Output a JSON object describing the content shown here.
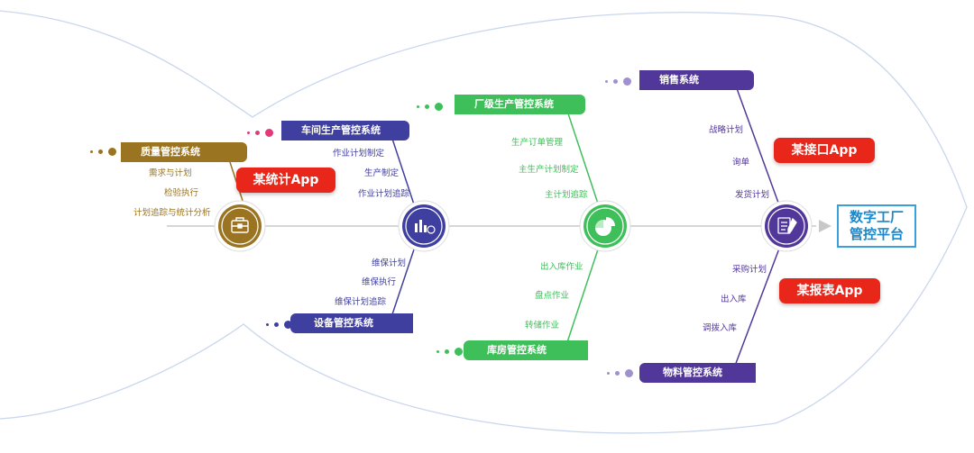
{
  "colors": {
    "gold": "#9a7420",
    "indigo": "#3f3fa0",
    "green": "#3fbf5a",
    "purple": "#52379a",
    "red": "#e8261a",
    "blue": "#3aa0dc",
    "fish_outline": "#c9d6ee",
    "spine": "#c8c8c8"
  },
  "systems": {
    "quality": {
      "label": "质量管控系统",
      "items": [
        "需求与计划",
        "检验执行",
        "计划追踪与统计分析"
      ]
    },
    "workshop": {
      "label": "车间生产管控系统",
      "items": [
        "作业计划制定",
        "生产制定",
        "作业计划追踪"
      ]
    },
    "equipment": {
      "label": "设备管控系统",
      "items": [
        "维保计划",
        "维保执行",
        "维保计划追踪"
      ]
    },
    "factory": {
      "label": "厂级生产管控系统",
      "items": [
        "生产订单管理",
        "主生产计划制定",
        "主计划追踪"
      ]
    },
    "warehouse": {
      "label": "库房管控系统",
      "items": [
        "出入库作业",
        "盘点作业",
        "转储作业"
      ]
    },
    "sales": {
      "label": "销售系统",
      "items": [
        "战略计划",
        "询单",
        "发货计划"
      ]
    },
    "material": {
      "label": "物料管控系统",
      "items": [
        "采购计划",
        "出入库",
        "调拨入库"
      ]
    }
  },
  "apps": {
    "stat": "某统计App",
    "interface": "某接口App",
    "report": "某报表App"
  },
  "target": {
    "line1": "数字工厂",
    "line2": "管控平台"
  },
  "icons": [
    "briefcase-icon",
    "bar-chart-icon",
    "pie-chart-icon",
    "document-pen-icon"
  ]
}
